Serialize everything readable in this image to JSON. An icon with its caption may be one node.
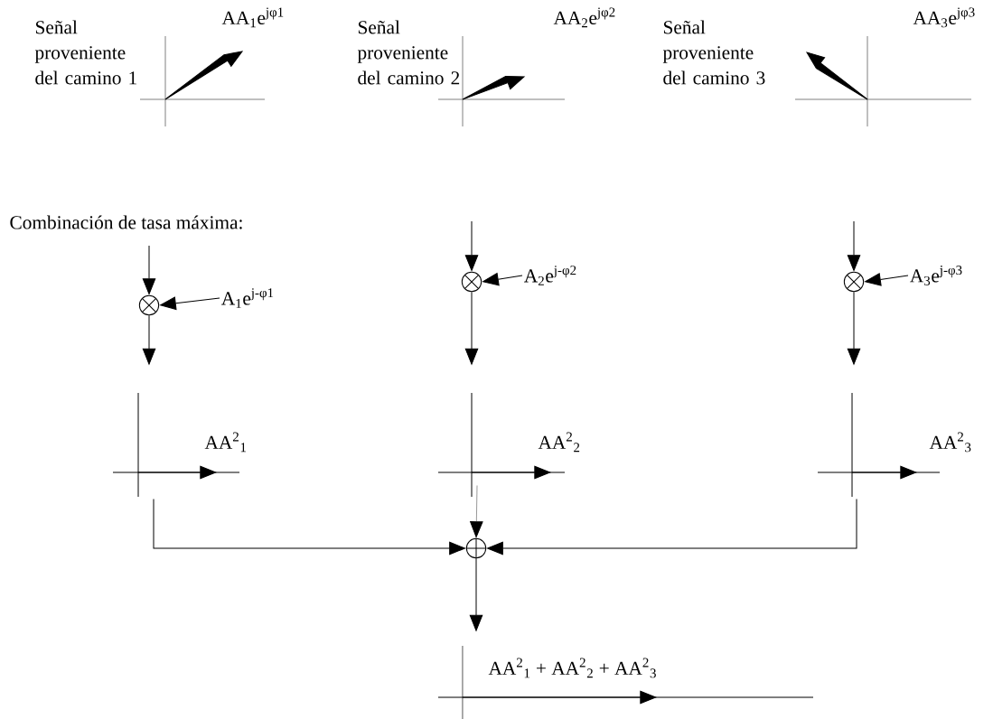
{
  "diagram": {
    "nodes": [
      {
        "text": [],
        "shape": "circle"
      },
      {
        "text": [
          "A$_{1}$e$^{j-φ1}$"
        ]
      },
      {
        "text": [],
        "shape": "circle"
      },
      {
        "text": [
          "A$_{2}$e$^{j-φ2}$"
        ]
      },
      {
        "text": [],
        "shape": "circle"
      },
      {
        "text": [
          "A$_{3}$e$^{j-φ3}$"
        ]
      },
      {
        "text": [],
        "shape": "circle"
      },
      {
        "text": [
          "AA$^{2}$$_{1}$"
        ]
      },
      {
        "text": [
          "AA$^{2}$$_{2}$"
        ]
      },
      {
        "text": [
          "AA$^{2}$$_{3}$"
        ]
      },
      {
        "text": [
          "AA$^{2}$$_{1}$ + AA$^{2}$$_{2}$ + AA$^{2}$$_{3}$"
        ]
      }
    ],
    "edges": [
      {
        "from": null,
        "to": 0,
        "arrow": "to"
      },
      {
        "from": 1,
        "to": 0,
        "arrow": "to"
      },
      {
        "from": 0,
        "to": 7,
        "arrow": "to"
      },
      {
        "from": null,
        "to": 2,
        "arrow": "to"
      },
      {
        "from": 3,
        "to": 2,
        "arrow": "to"
      },
      {
        "from": 2,
        "to": 8,
        "arrow": "to"
      },
      {
        "from": null,
        "to": 4,
        "arrow": "to"
      },
      {
        "from": 5,
        "to": 4,
        "arrow": "to"
      },
      {
        "from": 4,
        "to": 9,
        "arrow": "to"
      },
      {
        "from": 7,
        "to": 6,
        "arrow": "to"
      },
      {
        "from": 8,
        "to": 6,
        "arrow": "to",
        "color": "#999999"
      },
      {
        "from": 9,
        "to": 6,
        "arrow": "to"
      },
      {
        "from": 6,
        "to": 10,
        "arrow": "to"
      }
    ],
    "labels": [
      "Señal proveniente del camino 1",
      "AA$_{1}$e$^{jφ1}$",
      "Señal proveniente del camino 2",
      "AA$_{2}$e$^{jφ2}$",
      "Señal proveniente del camino 3",
      "AA$_{3}$e$^{jφ3}$",
      "Combinación de tasa máxima:"
    ]
  }
}
